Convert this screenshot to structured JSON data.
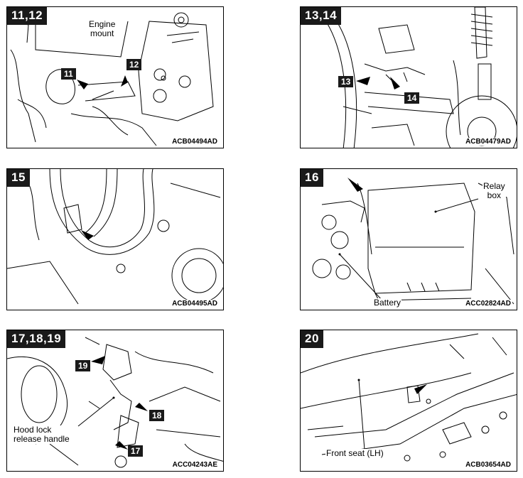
{
  "panels": [
    {
      "tag": "11,12",
      "code": "ACB04494AD",
      "labels": [
        "Engine\nmount"
      ],
      "callouts": [
        "11",
        "12"
      ]
    },
    {
      "tag": "13,14",
      "code": "ACB04479AD",
      "labels": [],
      "callouts": [
        "13",
        "14"
      ]
    },
    {
      "tag": "15",
      "code": "ACB04495AD",
      "labels": [],
      "callouts": []
    },
    {
      "tag": "16",
      "code": "ACC02824AD",
      "labels": [
        "Relay\nbox",
        "Battery"
      ],
      "callouts": []
    },
    {
      "tag": "17,18,19",
      "code": "ACC04243AE",
      "labels": [
        "Hood lock\nrelease handle"
      ],
      "callouts": [
        "19",
        "18",
        "17"
      ]
    },
    {
      "tag": "20",
      "code": "ACB03654AD",
      "labels": [
        "Front seat (LH)"
      ],
      "callouts": []
    }
  ]
}
